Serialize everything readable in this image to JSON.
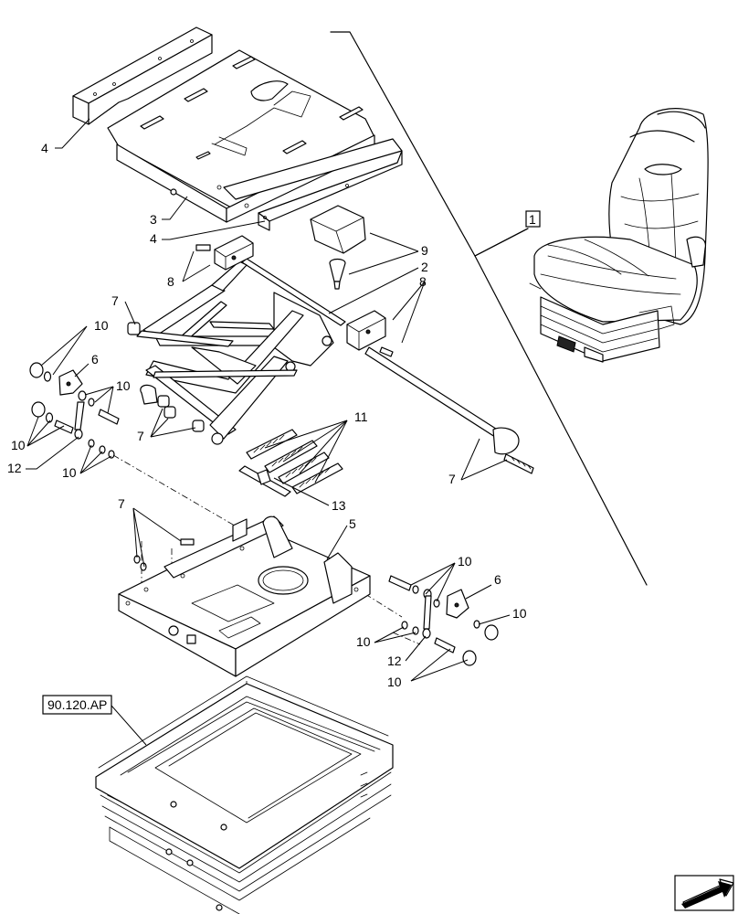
{
  "callouts": [
    {
      "id": "c4a",
      "text": "4"
    },
    {
      "id": "c3",
      "text": "3"
    },
    {
      "id": "c4b",
      "text": "4"
    },
    {
      "id": "c9",
      "text": "9"
    },
    {
      "id": "c2",
      "text": "2"
    },
    {
      "id": "c8a",
      "text": "8"
    },
    {
      "id": "c8b",
      "text": "8"
    },
    {
      "id": "c7a",
      "text": "7"
    },
    {
      "id": "c10a",
      "text": "10"
    },
    {
      "id": "c6a",
      "text": "6"
    },
    {
      "id": "c10b",
      "text": "10"
    },
    {
      "id": "c10c",
      "text": "10"
    },
    {
      "id": "c12a",
      "text": "12"
    },
    {
      "id": "c10d",
      "text": "10"
    },
    {
      "id": "c7b",
      "text": "7"
    },
    {
      "id": "c11",
      "text": "11"
    },
    {
      "id": "c7c",
      "text": "7"
    },
    {
      "id": "c13",
      "text": "13"
    },
    {
      "id": "c7d",
      "text": "7"
    },
    {
      "id": "c5",
      "text": "5"
    },
    {
      "id": "c10e",
      "text": "10"
    },
    {
      "id": "c6b",
      "text": "6"
    },
    {
      "id": "c10f",
      "text": "10"
    },
    {
      "id": "c10g",
      "text": "10"
    },
    {
      "id": "c12b",
      "text": "12"
    },
    {
      "id": "c10h",
      "text": "10"
    }
  ],
  "assembly_label": "1",
  "reference_label": "90.120.AP",
  "nav_icon": "arrow-back-icon"
}
